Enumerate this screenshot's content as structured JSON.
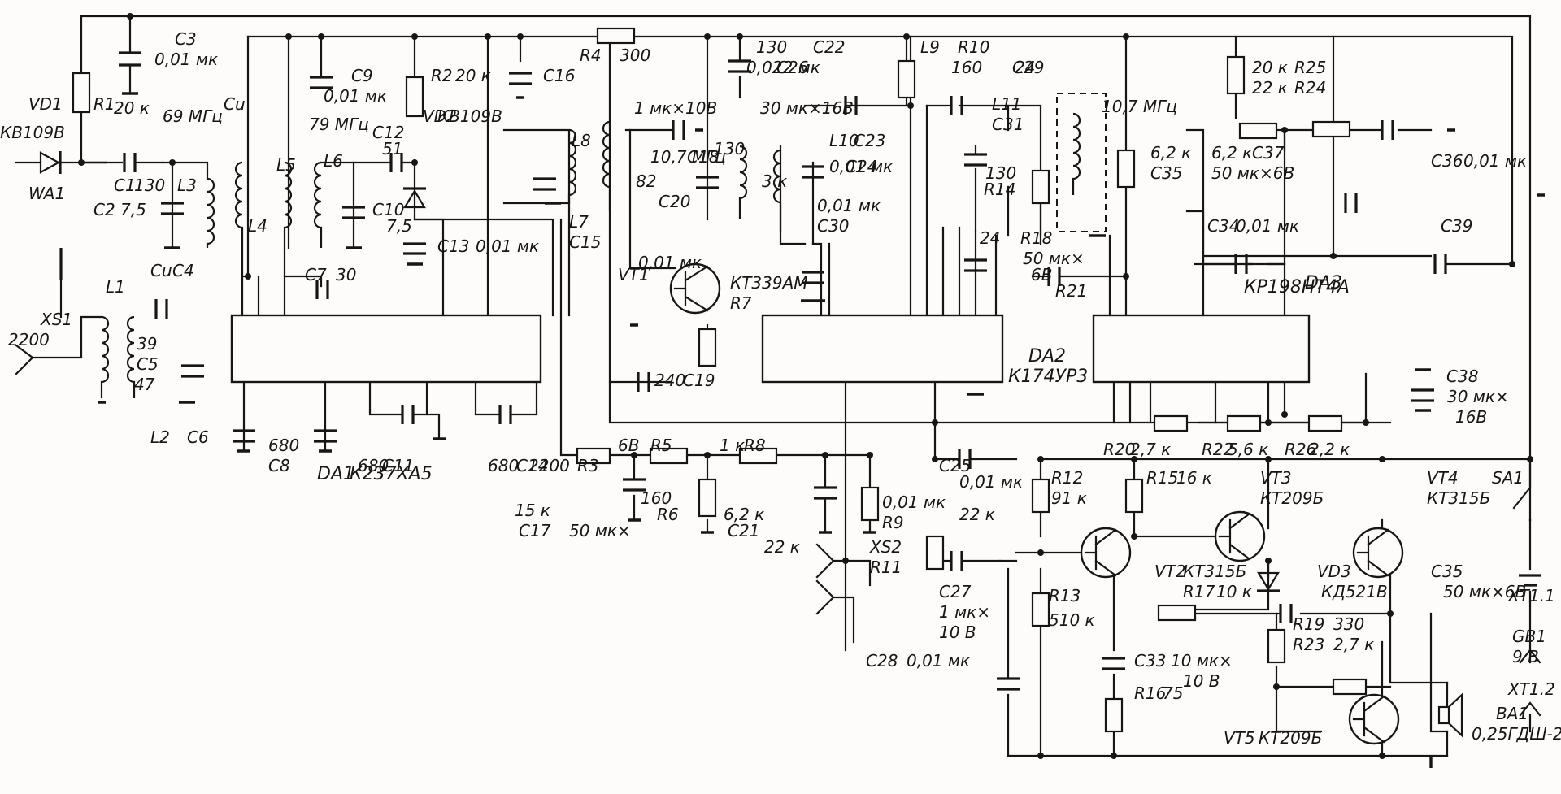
{
  "ics": [
    {
      "id": "DA1",
      "name": "DA1",
      "type": "К237ХА5"
    },
    {
      "id": "DA2",
      "name": "DA2",
      "type": "К174УР3"
    },
    {
      "id": "DA3",
      "name": "DA3",
      "type": "КР198НТ4А"
    }
  ],
  "labels": [
    "C3",
    "0,01 мк",
    "VD1",
    "КВ109В",
    "WA1",
    "R1",
    "20 к",
    "69 МГц",
    "Cu",
    "C1",
    "130",
    "C2",
    "7,5",
    "L3",
    "L5",
    "L4",
    "L6",
    "C9",
    "0,01 мк",
    "79 МГц",
    "C12",
    "51",
    "C10",
    "7,5",
    "R2",
    "20 к",
    "VD2",
    "КВ109В",
    "C13",
    "0,01 мк",
    "C7",
    "30",
    "C16",
    "R4",
    "300",
    "1 мк×10В",
    "L8",
    "L7",
    "C15",
    "130",
    "C22",
    "0,022 мк",
    "C26",
    "30 мк×16В",
    "10,7 МГц",
    "C18",
    "82",
    "C20",
    "130",
    "L9",
    "R10",
    "160",
    "C29",
    "24",
    "10,7 МГц",
    "L11",
    "C31",
    "130",
    "R14",
    "3 к",
    "L10",
    "C23",
    "0,01 мк",
    "C24",
    "0,01 мк",
    "C30",
    "24",
    "R18",
    "6,2 к",
    "C35",
    "50 мк×",
    "6В",
    "R21",
    "20 к",
    "R25",
    "22 к",
    "R24",
    "6,2 к",
    "C37",
    "50 мк×6В",
    "C36",
    "0,01 мк",
    "C34",
    "0,01 мк",
    "C39",
    "0,01 мк",
    "VT1",
    "КТ339АМ",
    "R7",
    "240",
    "C19",
    "2200",
    "XS1",
    "L1",
    "Cu",
    "C4",
    "39",
    "C5",
    "47",
    "L2",
    "C6",
    "680",
    "C8",
    "680",
    "C11",
    "680",
    "C14",
    "2200",
    "R3",
    "15 к",
    "C17",
    "50 мк×",
    "6В",
    "R5",
    "160",
    "R6",
    "1 к",
    "R8",
    "6,2 к",
    "C21",
    "0,01 мк",
    "R9",
    "22 к",
    "XS2",
    "R11",
    "22 к",
    "C25",
    "0,01 мк",
    "C27",
    "1 мк×",
    "10 В",
    "C28",
    "0,01 мк",
    "R20",
    "2,7 к",
    "R22",
    "5,6 к",
    "R26",
    "2,2 к",
    "C38",
    "30 мк×",
    "16В",
    "R12",
    "91 к",
    "R15",
    "16 к",
    "VT3",
    "КТ209Б",
    "VT4",
    "КТ315Б",
    "SA1",
    "VT2",
    "КТ315Б",
    "R13",
    "510 к",
    "R17",
    "10 к",
    "VD3",
    "КД521В",
    "C35",
    "50 мк×6В",
    "XT1.1",
    "GB1",
    "9 В",
    "R19",
    "330",
    "R23",
    "2,7 к",
    "C33",
    "10 мк×",
    "10 В",
    "R16",
    "75",
    "XT1.2",
    "BA1",
    "0,25ГДШ-2",
    "VT5",
    "КТ209Б"
  ]
}
